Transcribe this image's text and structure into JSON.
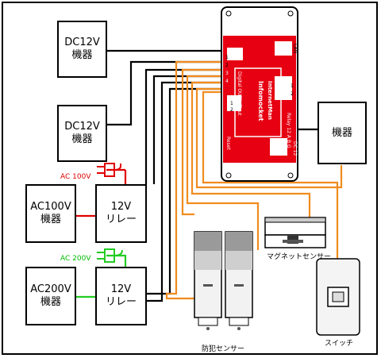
{
  "devices": {
    "dc12v_1": [
      "DC12V",
      "機器"
    ],
    "dc12v_2": [
      "DC12V",
      "機器"
    ],
    "ac100v": [
      "AC100V",
      "機器"
    ],
    "ac200v": [
      "AC200V",
      "機器"
    ],
    "relay_1": [
      "12V",
      "リレー"
    ],
    "relay_2": [
      "12V",
      "リレー"
    ],
    "device_right": "機器"
  },
  "power": {
    "ac100_label": "AC 100V",
    "ac200_label": "AC 200V"
  },
  "controller": {
    "brand": "Infomocket",
    "model": "InternetMan",
    "digital_output": "Digital OUTPUT",
    "output": "Output",
    "input": "Input",
    "lan": "LAN",
    "dc12": "DC 12",
    "reset": "Reset",
    "relay_ch": "Relay 12 A B G",
    "nums_digital": [
      "1",
      "2",
      "3",
      "4"
    ],
    "nums_output": [
      "1",
      "2"
    ],
    "nums_input": [
      "1",
      "2"
    ]
  },
  "sensors": {
    "magnet_label": "マグネットセンサー",
    "crime_label": "防犯センサー",
    "switch_label": "スイッチ"
  },
  "colors": {
    "controller": "#e60012",
    "ac100_wire": "#e00000",
    "ac200_wire": "#22cc22",
    "sensor_wire": "#f08c1e",
    "black_wire": "#000000"
  }
}
